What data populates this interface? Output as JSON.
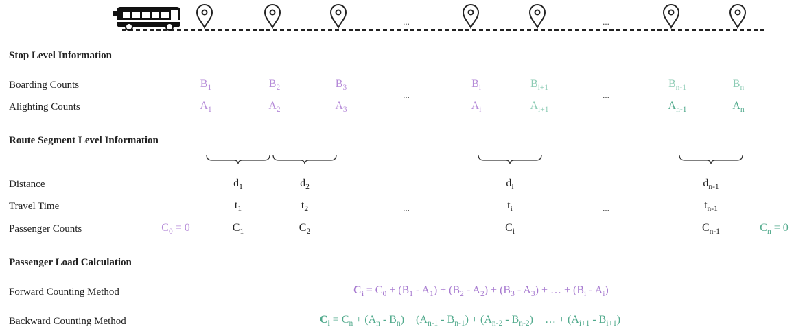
{
  "colors": {
    "purple_light": "#b58ad8",
    "purple_dark": "#a77ad0",
    "green_light": "#8ccbb4",
    "green_dark": "#4fa98b",
    "text": "#222222"
  },
  "icons": {
    "vehicle": "bus-icon",
    "stop": "map-pin-icon"
  },
  "ellipsis": "...",
  "sections": {
    "stop_level": "Stop Level Information",
    "route_segment": "Route Segment Level Information",
    "load_calc": "Passenger Load Calculation"
  },
  "rows": {
    "boarding": "Boarding Counts",
    "alighting": "Alighting Counts",
    "distance": "Distance",
    "travel_time": "Travel Time",
    "passenger_counts": "Passenger Counts",
    "forward": "Forward Counting Method",
    "backward": "Backward Counting Method"
  },
  "stops": {
    "boarding": [
      [
        "B",
        "1"
      ],
      [
        "B",
        "2"
      ],
      [
        "B",
        "3"
      ],
      [
        "B",
        "i"
      ],
      [
        "B",
        "i+1"
      ],
      [
        "B",
        "n-1"
      ],
      [
        "B",
        "n"
      ]
    ],
    "alighting": [
      [
        "A",
        "1"
      ],
      [
        "A",
        "2"
      ],
      [
        "A",
        "3"
      ],
      [
        "A",
        "i"
      ],
      [
        "A",
        "i+1"
      ],
      [
        "A",
        "n-1"
      ],
      [
        "A",
        "n"
      ]
    ]
  },
  "segments": {
    "distance": [
      [
        "d",
        "1"
      ],
      [
        "d",
        "2"
      ],
      [
        "d",
        "i"
      ],
      [
        "d",
        "n-1"
      ]
    ],
    "travel_time": [
      [
        "t",
        "1"
      ],
      [
        "t",
        "2"
      ],
      [
        "t",
        "i"
      ],
      [
        "t",
        "n-1"
      ]
    ],
    "passenger_counts": [
      [
        "C",
        "1"
      ],
      [
        "C",
        "2"
      ],
      [
        "C",
        "i"
      ],
      [
        "C",
        "n-1"
      ]
    ],
    "c0": {
      "sym": "C",
      "sub": "0",
      "rest": " = 0"
    },
    "cn": {
      "sym": "C",
      "sub": "n",
      "rest": " = 0"
    }
  },
  "formulas": {
    "forward": [
      [
        "C",
        "i",
        " = "
      ],
      [
        "C",
        "0",
        " + ("
      ],
      [
        "B",
        "1",
        " - "
      ],
      [
        "A",
        "1",
        ") + ("
      ],
      [
        "B",
        "2",
        " - "
      ],
      [
        "A",
        "2",
        ") + ("
      ],
      [
        "B",
        "3",
        " - "
      ],
      [
        "A",
        "3",
        ") + …  + ("
      ],
      [
        "B",
        "i",
        " - "
      ],
      [
        "A",
        "i",
        ")"
      ]
    ],
    "backward": [
      [
        "C",
        "i",
        " = "
      ],
      [
        "C",
        "n",
        " + ("
      ],
      [
        "A",
        "n",
        " - "
      ],
      [
        "B",
        "n",
        ") + ("
      ],
      [
        "A",
        "n-1",
        " - "
      ],
      [
        "B",
        "n-1",
        ") + ("
      ],
      [
        "A",
        "n-2",
        " - "
      ],
      [
        "B",
        "n-2",
        ") + …  + ("
      ],
      [
        "A",
        "i+1",
        " - "
      ],
      [
        "B",
        "i+1",
        ")"
      ]
    ]
  }
}
